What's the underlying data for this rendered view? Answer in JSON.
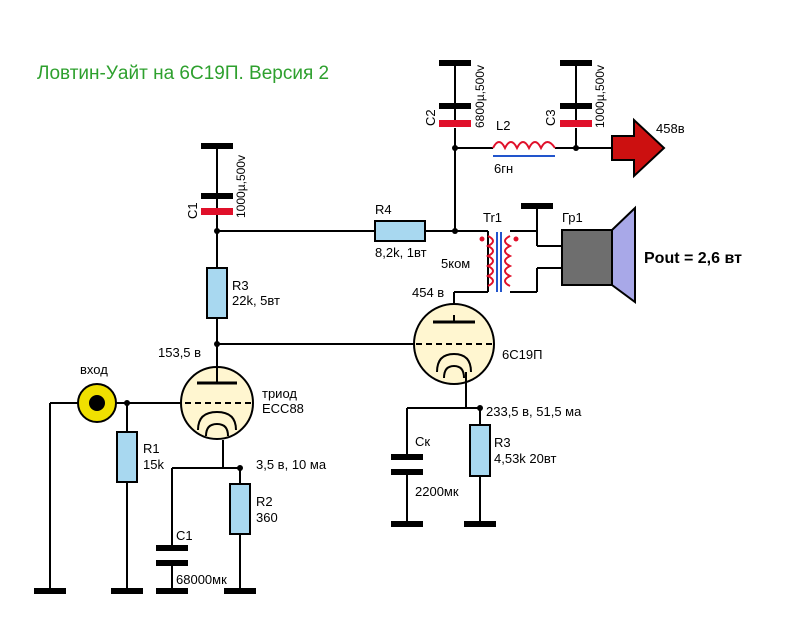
{
  "title": "Ловтин-Уайт на 6С19П. Версия 2",
  "colors": {
    "title": "#2ea02e",
    "wire": "#000000",
    "resistor_fill": "#a8d8f0",
    "cap_plate_red": "#e0102a",
    "inductor_coil": "#e0102a",
    "inductor_core": "#2255cc",
    "arrow_fill": "#cc1010",
    "input_jack": "#f0e000",
    "tube_fill": "#fff6d0",
    "speaker_fill": "#6e6e6e",
    "speaker_cone": "#a8a8e8"
  },
  "labels": {
    "input": "вход",
    "r1_name": "R1",
    "r1_value": "15k",
    "r2_name": "R2",
    "r2_value": "360",
    "r3_name": "R3",
    "r3_value": "22k, 5вт",
    "r3b_name": "R3",
    "r3b_value": "4,53k 20вт",
    "r4_name": "R4",
    "r4_value": "8,2k, 1вт",
    "c1_name": "C1",
    "c1_value": "1000µ,500v",
    "c1b_name": "C1",
    "c1b_value": "68000мк",
    "c2_name": "C2",
    "c2_value": "6800µ,500v",
    "c3_name": "C3",
    "c3_value": "1000µ,500v",
    "ck_name": "Ск",
    "ck_value": "2200мк",
    "l2_name": "L2",
    "l2_value": "6гн",
    "tr1_name": "Tr1",
    "tr1_value": "5ком",
    "spk_name": "Гр1",
    "triode_line1": "триод",
    "triode_line2": "ECC88",
    "tube2_name": "6С19П",
    "v_triode_anode": "153,5 в",
    "v_triode_cathode": "3,5 в, 10 ма",
    "v_tube2_anode": "454 в",
    "v_tube2_cathode": "233,5 в, 51,5 ма",
    "v_supply": "458в",
    "pout": "Pout = 2,6 вт"
  }
}
